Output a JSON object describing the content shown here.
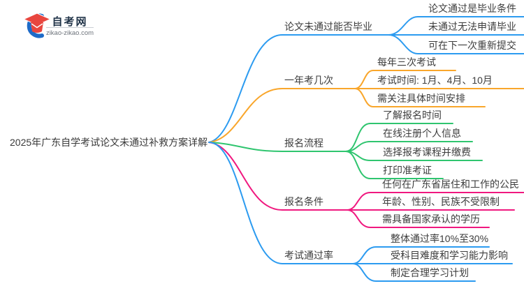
{
  "logo": {
    "title": "自考网",
    "domain": "zikao-zikao.com"
  },
  "central_topic": "2025年广东自学考试论文未通过补救方案详解",
  "colors": {
    "blue": "#2c9bf0",
    "orange": "#f9a62b",
    "green": "#2fc56f",
    "pink": "#f0187f",
    "text": "#3d3d3d",
    "logo_red": "#e8463f",
    "logo_blue": "#1e6bc8"
  },
  "branches": [
    {
      "label": "论文未通过能否毕业",
      "color": "#2c9bf0",
      "children": [
        "论文通过是毕业条件",
        "未通过无法申请毕业",
        "可在下一次重新提交"
      ]
    },
    {
      "label": "一年考几次",
      "color": "#f9a62b",
      "children": [
        "每年三次考试",
        "考试时间: 1月、4月、10月",
        "需关注具体时间安排"
      ]
    },
    {
      "label": "报名流程",
      "color": "#2fc56f",
      "children": [
        "了解报名时间",
        "在线注册个人信息",
        "选择报考课程并缴费",
        "打印准考证"
      ]
    },
    {
      "label": "报名条件",
      "color": "#f0187f",
      "children": [
        "任何在广东省居住和工作的公民",
        "年龄、性别、民族不受限制",
        "需具备国家承认的学历"
      ]
    },
    {
      "label": "考试通过率",
      "color": "#2c9bf0",
      "children": [
        "整体通过率10%至30%",
        "受科目难度和学习能力影响",
        "制定合理学习计划"
      ]
    }
  ]
}
